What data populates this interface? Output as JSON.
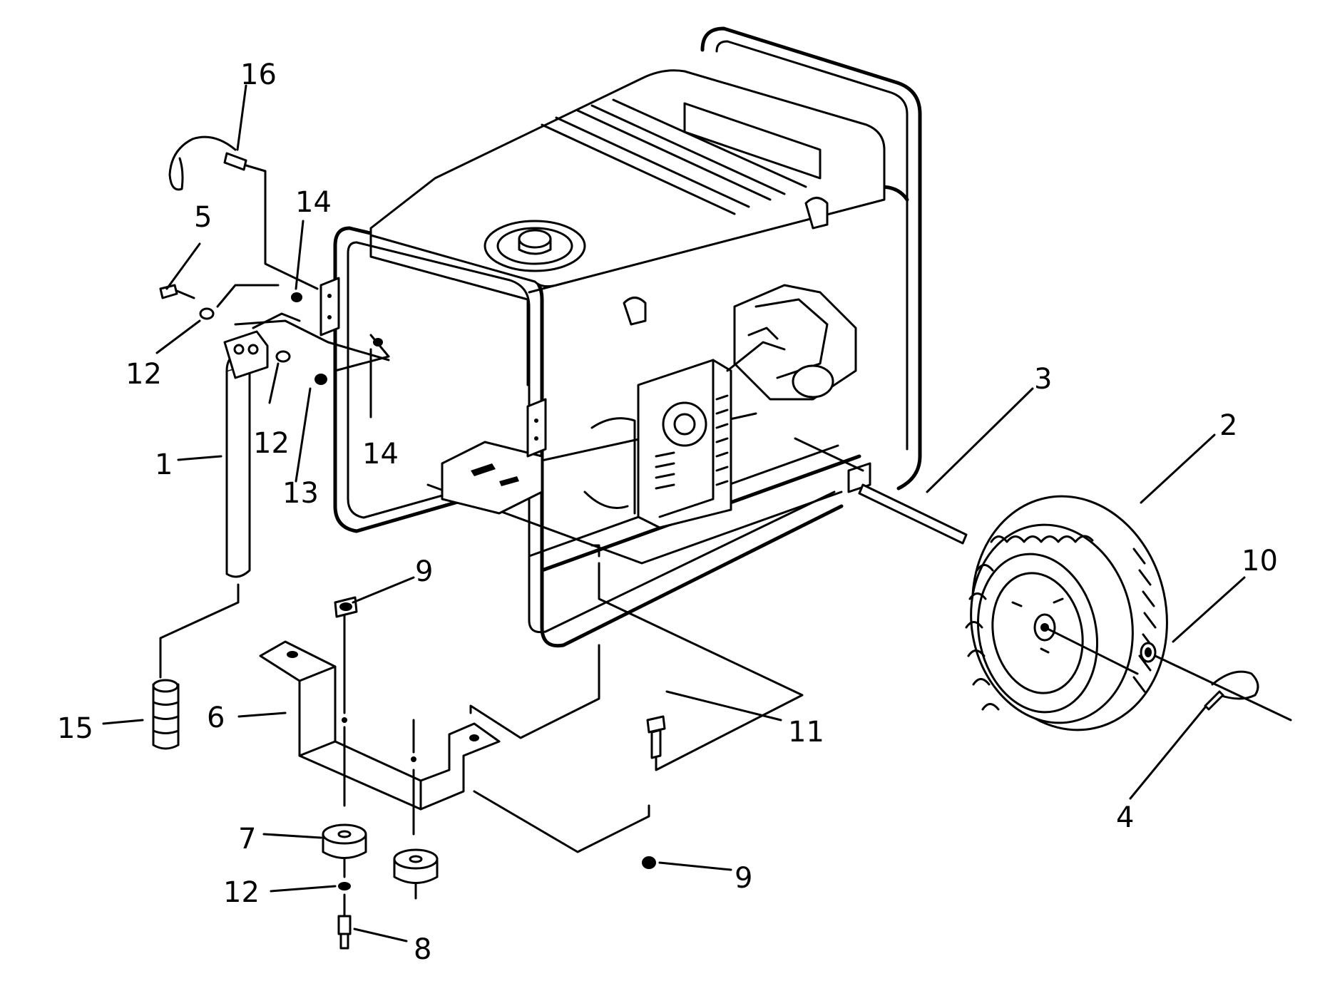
{
  "diagram": {
    "callouts": [
      {
        "id": "c16",
        "text": "16"
      },
      {
        "id": "c5",
        "text": "5"
      },
      {
        "id": "c14a",
        "text": "14"
      },
      {
        "id": "c12a",
        "text": "12"
      },
      {
        "id": "c12b",
        "text": "12"
      },
      {
        "id": "c14b",
        "text": "14"
      },
      {
        "id": "c13",
        "text": "13"
      },
      {
        "id": "c1",
        "text": "1"
      },
      {
        "id": "c3",
        "text": "3"
      },
      {
        "id": "c2",
        "text": "2"
      },
      {
        "id": "c10",
        "text": "10"
      },
      {
        "id": "c9a",
        "text": "9"
      },
      {
        "id": "c11",
        "text": "11"
      },
      {
        "id": "c15",
        "text": "15"
      },
      {
        "id": "c6",
        "text": "6"
      },
      {
        "id": "c4",
        "text": "4"
      },
      {
        "id": "c7",
        "text": "7"
      },
      {
        "id": "c9b",
        "text": "9"
      },
      {
        "id": "c12c",
        "text": "12"
      },
      {
        "id": "c8",
        "text": "8"
      }
    ]
  }
}
